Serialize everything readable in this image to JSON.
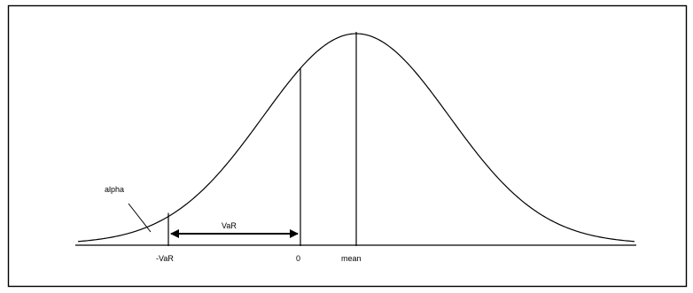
{
  "labels": {
    "alpha": "alpha",
    "var_span": "VaR",
    "neg_var": "-VaR",
    "zero": "0",
    "mean": "mean"
  },
  "colors": {
    "ink": "#000000",
    "background": "#ffffff"
  }
}
